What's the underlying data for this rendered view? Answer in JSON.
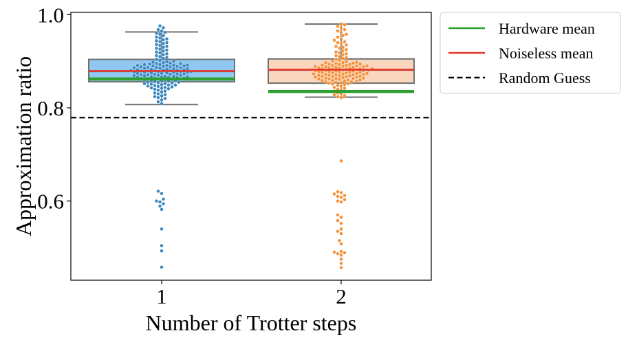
{
  "chart_data": {
    "type": "box-swarm",
    "xlabel": "Number of Trotter steps",
    "ylabel": "Approximation ratio",
    "categories": [
      "1",
      "2"
    ],
    "ylim": [
      0.43,
      1.005
    ],
    "yticks": [
      0.6,
      0.8,
      1.0
    ],
    "ytick_labels": [
      "0.6",
      "0.8",
      "1.0"
    ],
    "grid": false,
    "legend_position": "outside-right-top",
    "legend": [
      "Hardware mean",
      "Noiseless mean",
      "Random Guess"
    ],
    "random_guess": 0.779,
    "colors": {
      "box1_fill": "#90c8f2",
      "box2_fill": "#f9d6bd",
      "points1": "#3b87c0",
      "points2": "#f4923a",
      "hardware_mean": "#2ca02c",
      "noiseless_mean": "#e8332a",
      "box_edge": "#707070",
      "random_guess": "#000000"
    },
    "series": [
      {
        "category": "1",
        "box": {
          "q1": 0.856,
          "median": 0.878,
          "q3": 0.904,
          "whisker_low": 0.807,
          "whisker_high": 0.963
        },
        "hardware_mean": 0.862,
        "noiseless_mean": 0.879,
        "points": [
          0.976,
          0.972,
          0.968,
          0.965,
          0.962,
          0.96,
          0.958,
          0.955,
          0.952,
          0.95,
          0.948,
          0.946,
          0.944,
          0.942,
          0.94,
          0.938,
          0.936,
          0.934,
          0.932,
          0.93,
          0.928,
          0.926,
          0.924,
          0.922,
          0.92,
          0.918,
          0.916,
          0.914,
          0.912,
          0.91,
          0.908,
          0.906,
          0.904,
          0.902,
          0.9,
          0.899,
          0.898,
          0.897,
          0.896,
          0.895,
          0.894,
          0.893,
          0.892,
          0.891,
          0.89,
          0.889,
          0.888,
          0.887,
          0.886,
          0.885,
          0.884,
          0.883,
          0.882,
          0.881,
          0.88,
          0.879,
          0.878,
          0.877,
          0.876,
          0.875,
          0.874,
          0.873,
          0.872,
          0.871,
          0.87,
          0.869,
          0.868,
          0.867,
          0.866,
          0.865,
          0.864,
          0.863,
          0.862,
          0.861,
          0.86,
          0.859,
          0.858,
          0.857,
          0.856,
          0.855,
          0.854,
          0.853,
          0.852,
          0.851,
          0.85,
          0.849,
          0.848,
          0.847,
          0.846,
          0.845,
          0.844,
          0.843,
          0.842,
          0.841,
          0.84,
          0.838,
          0.836,
          0.834,
          0.832,
          0.83,
          0.828,
          0.826,
          0.824,
          0.822,
          0.82,
          0.817,
          0.813,
          0.809,
          0.88,
          0.883,
          0.886,
          0.889,
          0.892,
          0.878,
          0.875,
          0.871,
          0.868,
          0.865,
          0.887,
          0.884,
          0.881,
          0.877,
          0.873,
          0.869,
          0.866,
          0.862,
          0.89,
          0.885,
          0.882,
          0.879,
          0.876,
          0.872,
          0.867,
          0.863,
          0.888,
          0.88,
          0.878,
          0.874,
          0.87,
          0.864,
          0.891,
          0.895,
          0.893,
          0.86,
          0.858,
          0.855,
          0.852,
          0.849,
          0.621,
          0.616,
          0.604,
          0.6,
          0.598,
          0.594,
          0.589,
          0.582,
          0.54,
          0.504,
          0.493,
          0.458
        ]
      },
      {
        "category": "2",
        "box": {
          "q1": 0.853,
          "median": 0.881,
          "q3": 0.905,
          "whisker_low": 0.823,
          "whisker_high": 0.98
        },
        "hardware_mean": 0.835,
        "noiseless_mean": 0.882,
        "points": [
          0.98,
          0.978,
          0.975,
          0.972,
          0.968,
          0.965,
          0.962,
          0.958,
          0.955,
          0.952,
          0.948,
          0.945,
          0.942,
          0.94,
          0.938,
          0.935,
          0.932,
          0.93,
          0.928,
          0.925,
          0.922,
          0.92,
          0.918,
          0.916,
          0.914,
          0.912,
          0.91,
          0.908,
          0.906,
          0.904,
          0.902,
          0.9,
          0.899,
          0.898,
          0.897,
          0.896,
          0.895,
          0.894,
          0.893,
          0.892,
          0.891,
          0.89,
          0.889,
          0.888,
          0.887,
          0.886,
          0.885,
          0.884,
          0.883,
          0.882,
          0.881,
          0.88,
          0.879,
          0.878,
          0.877,
          0.876,
          0.875,
          0.874,
          0.873,
          0.872,
          0.871,
          0.87,
          0.869,
          0.868,
          0.867,
          0.866,
          0.865,
          0.864,
          0.863,
          0.862,
          0.861,
          0.86,
          0.859,
          0.858,
          0.857,
          0.856,
          0.855,
          0.854,
          0.853,
          0.852,
          0.851,
          0.85,
          0.848,
          0.846,
          0.844,
          0.842,
          0.84,
          0.838,
          0.836,
          0.834,
          0.832,
          0.83,
          0.828,
          0.826,
          0.824,
          0.822,
          0.884,
          0.887,
          0.89,
          0.893,
          0.881,
          0.878,
          0.875,
          0.872,
          0.869,
          0.886,
          0.883,
          0.88,
          0.877,
          0.874,
          0.87,
          0.866,
          0.862,
          0.889,
          0.885,
          0.882,
          0.879,
          0.876,
          0.871,
          0.867,
          0.863,
          0.859,
          0.888,
          0.884,
          0.88,
          0.873,
          0.868,
          0.864,
          0.86,
          0.856,
          0.891,
          0.894,
          0.897,
          0.686,
          0.62,
          0.618,
          0.615,
          0.612,
          0.61,
          0.608,
          0.603,
          0.6,
          0.598,
          0.57,
          0.565,
          0.558,
          0.552,
          0.54,
          0.535,
          0.53,
          0.515,
          0.508,
          0.492,
          0.49,
          0.489,
          0.487,
          0.484,
          0.475,
          0.466,
          0.457
        ]
      }
    ]
  }
}
